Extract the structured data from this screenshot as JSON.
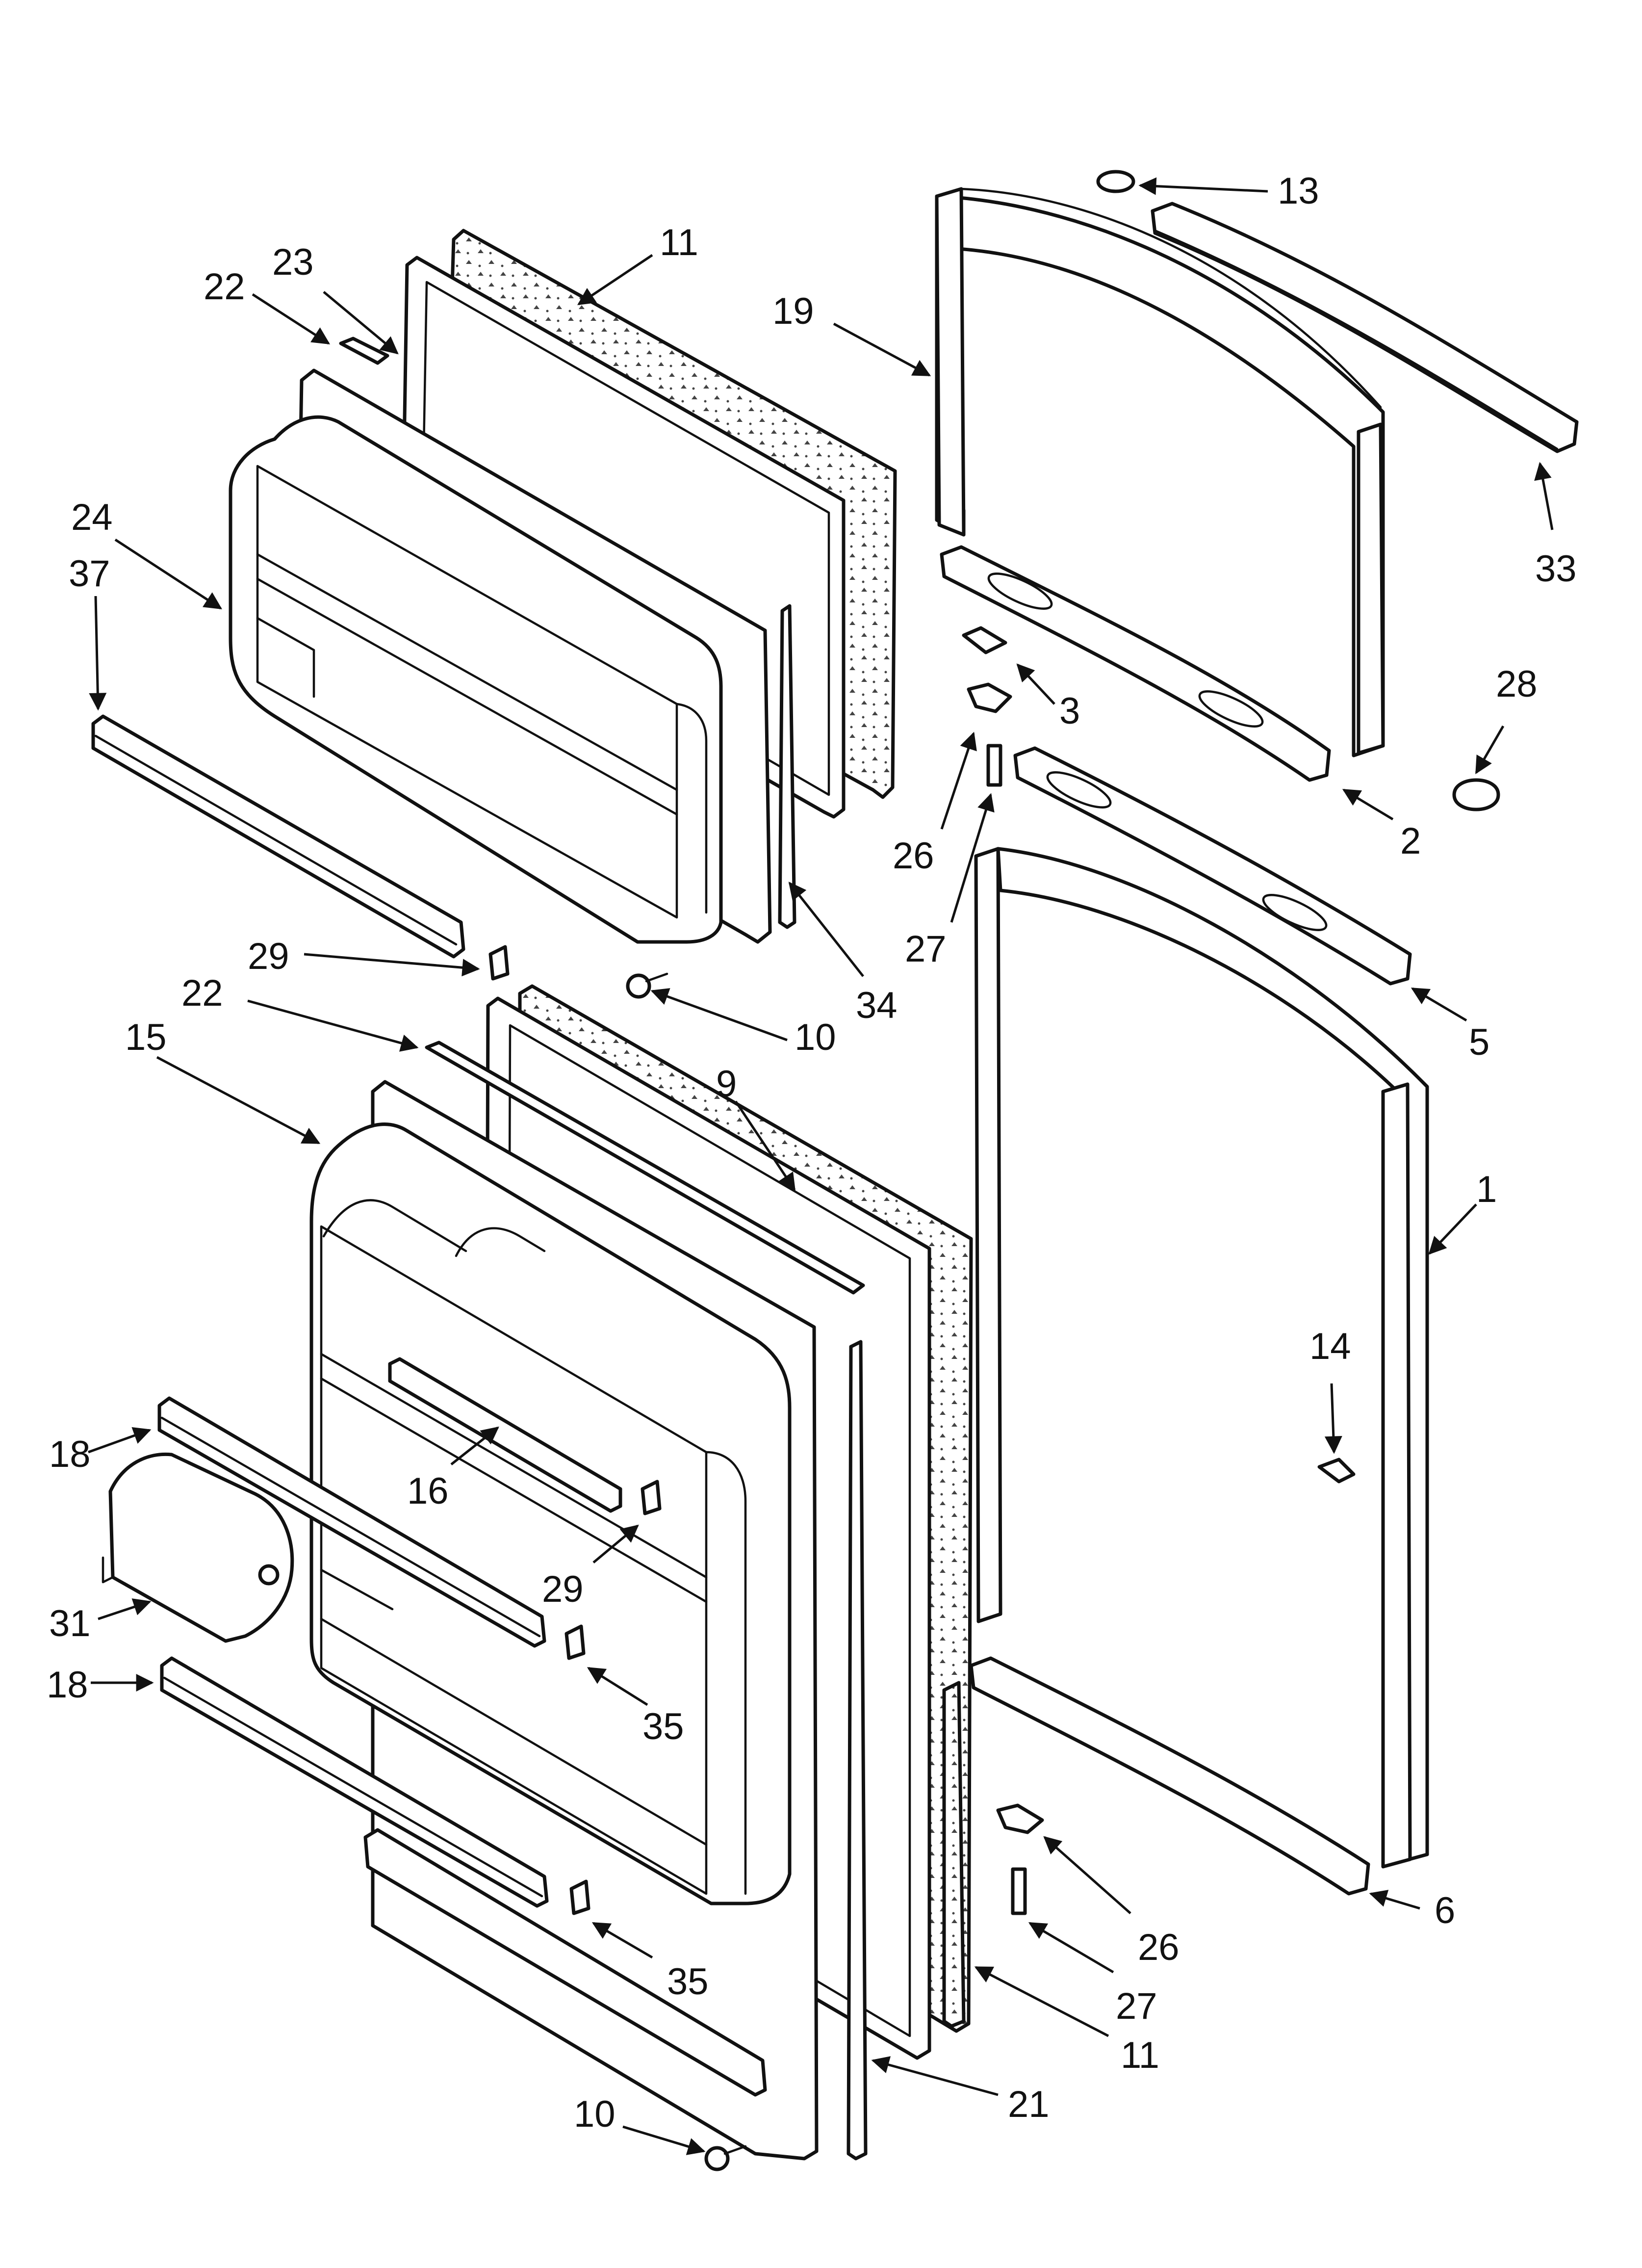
{
  "callouts": [
    {
      "id": "c13",
      "text": "13"
    },
    {
      "id": "c19",
      "text": "19"
    },
    {
      "id": "c33",
      "text": "33"
    },
    {
      "id": "c28",
      "text": "28"
    },
    {
      "id": "c3",
      "text": "3"
    },
    {
      "id": "c2",
      "text": "2"
    },
    {
      "id": "c26a",
      "text": "26"
    },
    {
      "id": "c27a",
      "text": "27"
    },
    {
      "id": "c5",
      "text": "5"
    },
    {
      "id": "c1",
      "text": "1"
    },
    {
      "id": "c14",
      "text": "14"
    },
    {
      "id": "c6",
      "text": "6"
    },
    {
      "id": "c26b",
      "text": "26"
    },
    {
      "id": "c27b",
      "text": "27"
    },
    {
      "id": "c11a",
      "text": "11"
    },
    {
      "id": "c23",
      "text": "23"
    },
    {
      "id": "c22a",
      "text": "22"
    },
    {
      "id": "c24",
      "text": "24"
    },
    {
      "id": "c37",
      "text": "37"
    },
    {
      "id": "c29a",
      "text": "29"
    },
    {
      "id": "c34",
      "text": "34"
    },
    {
      "id": "c10a",
      "text": "10"
    },
    {
      "id": "c22b",
      "text": "22"
    },
    {
      "id": "c15",
      "text": "15"
    },
    {
      "id": "c9",
      "text": "9"
    },
    {
      "id": "c18a",
      "text": "18"
    },
    {
      "id": "c16",
      "text": "16"
    },
    {
      "id": "c29b",
      "text": "29"
    },
    {
      "id": "c31",
      "text": "31"
    },
    {
      "id": "c18b",
      "text": "18"
    },
    {
      "id": "c35a",
      "text": "35"
    },
    {
      "id": "c35b",
      "text": "35"
    },
    {
      "id": "c11b",
      "text": "11"
    },
    {
      "id": "c21",
      "text": "21"
    },
    {
      "id": "c10b",
      "text": "10"
    }
  ]
}
